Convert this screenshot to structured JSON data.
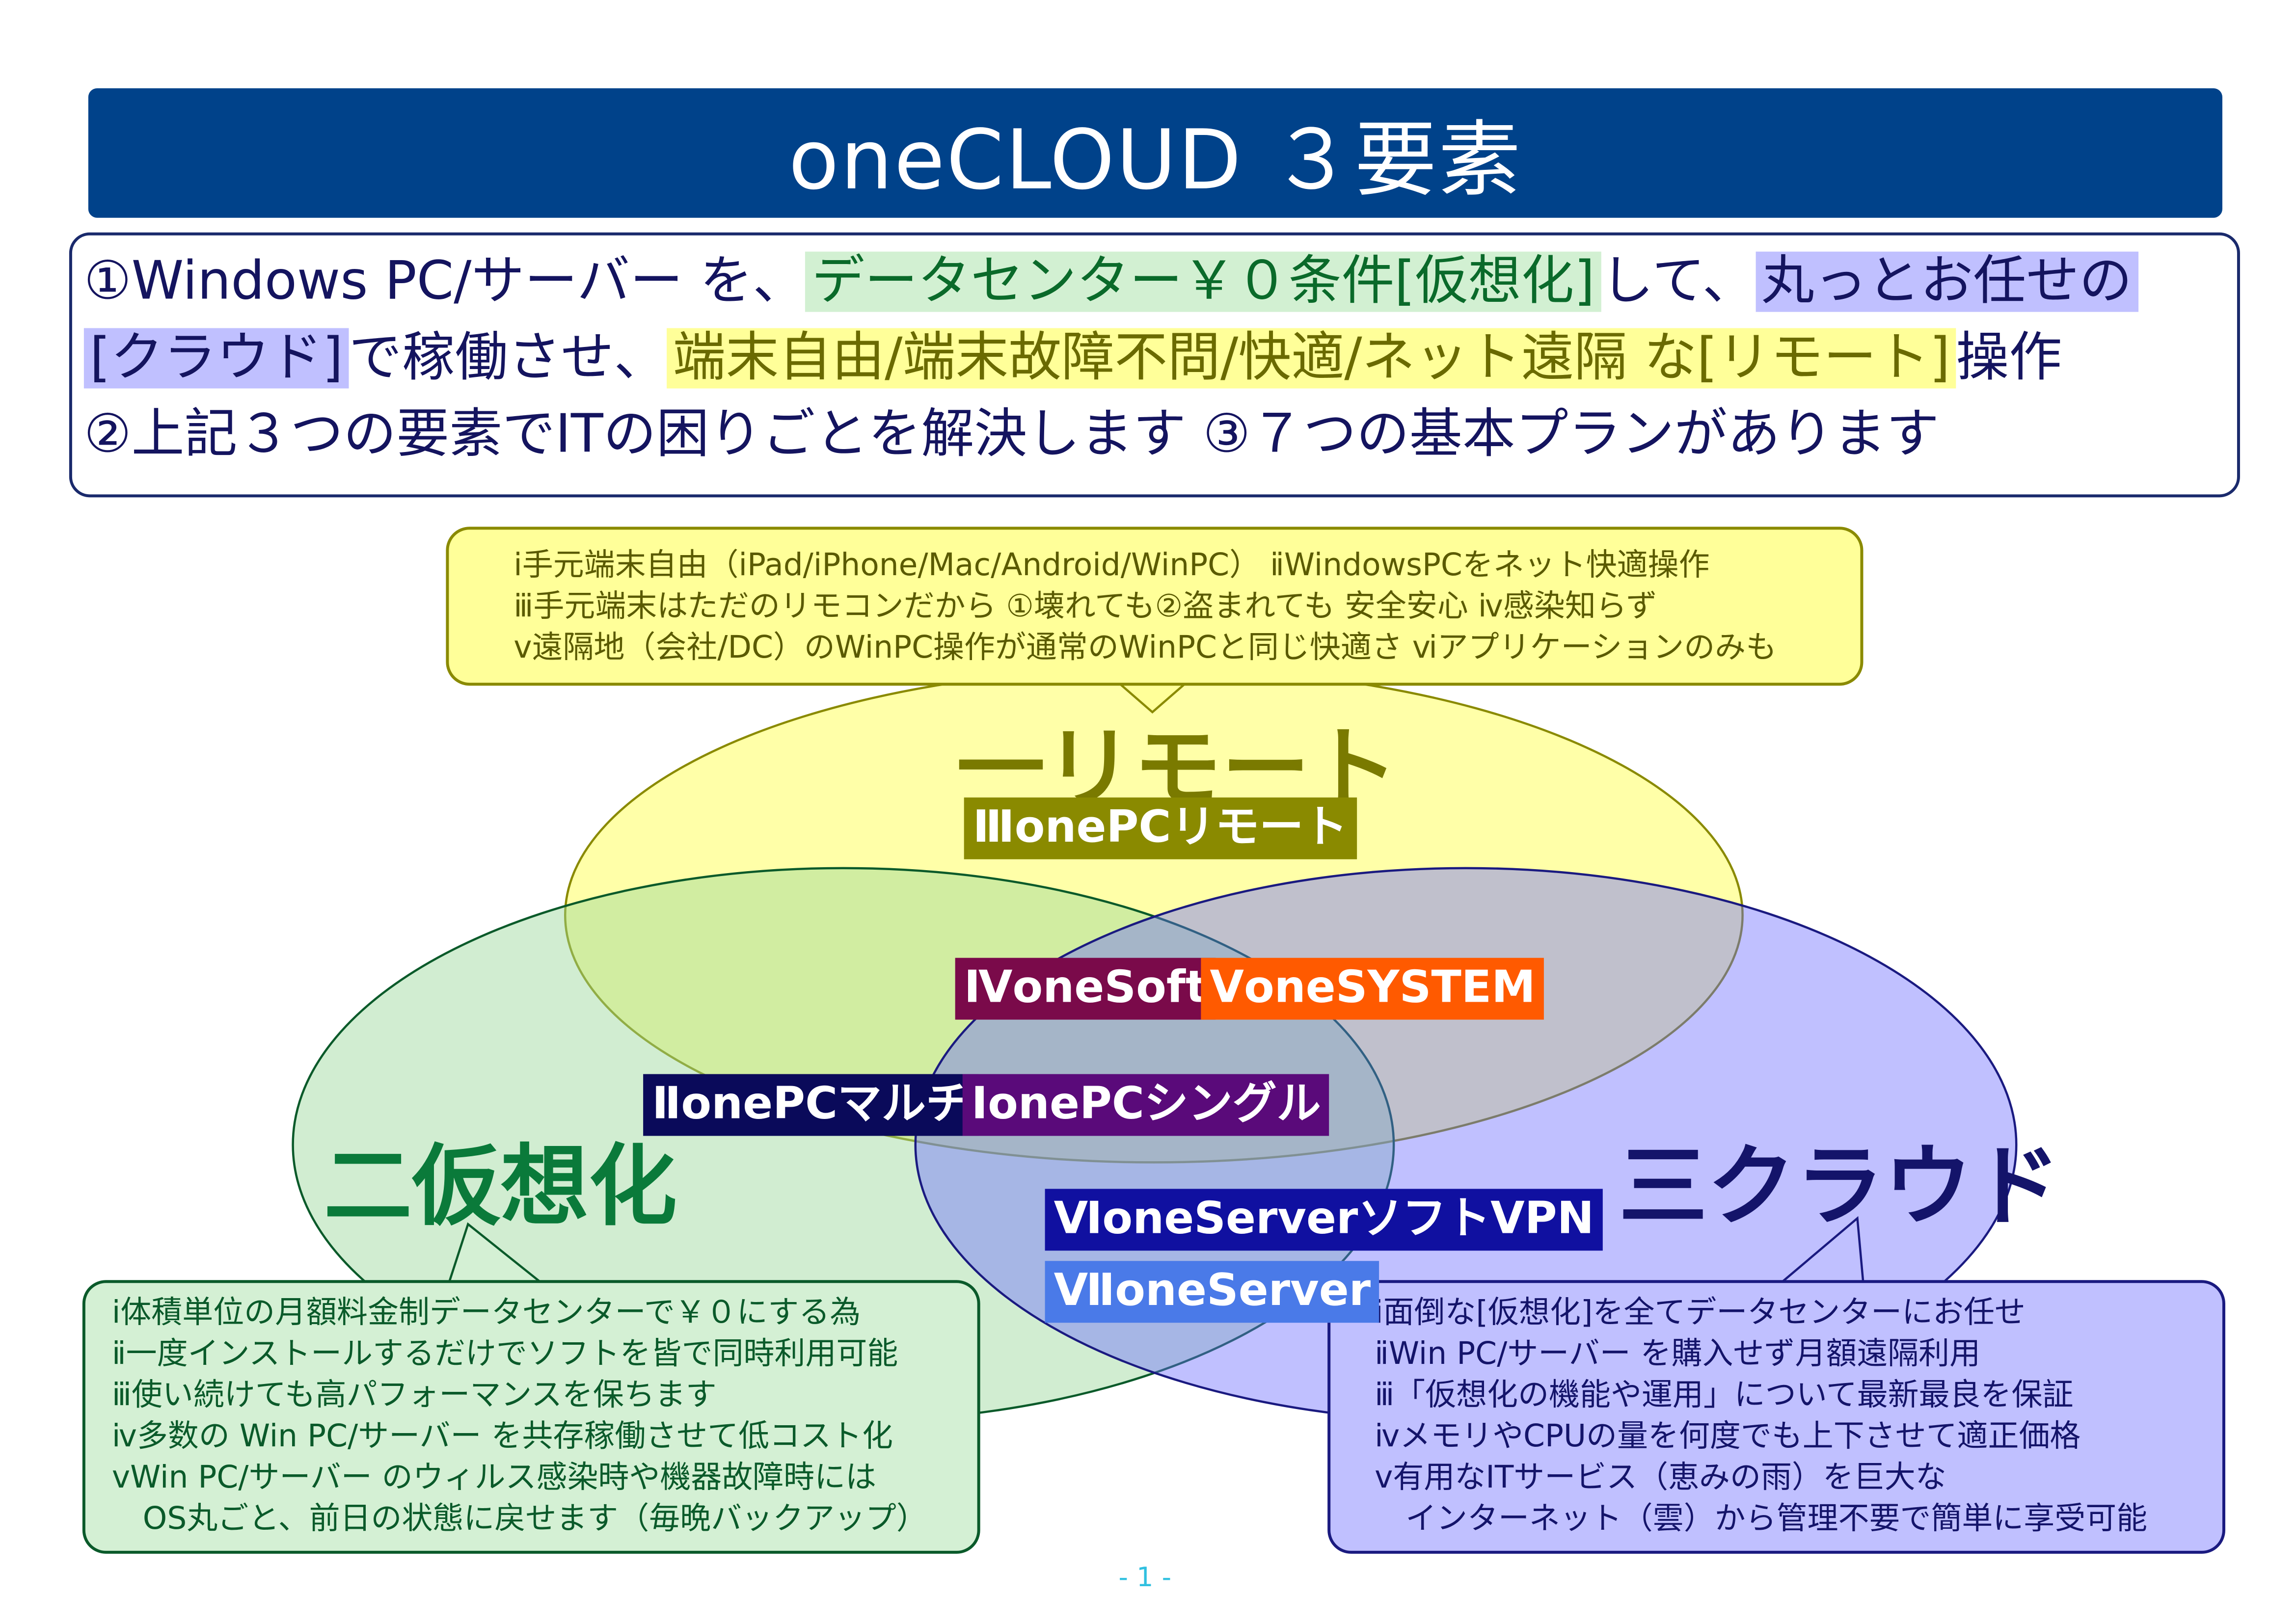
{
  "title": "oneCLOUD ３要素",
  "intro": {
    "line1": {
      "a": "①Windows PC/サーバー を、",
      "b": "データセンター￥０条件[仮想化]",
      "c": "して、",
      "d": "丸っとお任せの"
    },
    "line2": {
      "a": "[クラウド]",
      "b": "で稼働させ、",
      "c": "端末自由/端末故障不問/快適/ネット遠隔 な[リモート]",
      "d": "操作"
    },
    "line3": "②上記３つの要素でITの困りごとを解決します ③７つの基本プランがあります"
  },
  "remote_callout": [
    "ⅰ手元端末自由（iPad/iPhone/Mac/Android/WinPC） ⅱWindowsPCをネット快適操作",
    "ⅲ手元端末はただのリモコンだから ①壊れても②盗まれても 安全安心 ⅳ感染知らず",
    "ⅴ遠隔地（会社/DC）のWinPC操作が通常のWinPCと同じ快適さ ⅵアプリケーションのみも"
  ],
  "virtualization_callout": [
    "ⅰ体積単位の月額料金制データセンターで￥０にする為",
    "ⅱ一度インストールするだけでソフトを皆で同時利用可能",
    "ⅲ使い続けても高パフォーマンスを保ちます",
    "ⅳ多数の Win PC/サーバー を共存稼働させて低コスト化",
    "ⅴWin PC/サーバー のウィルス感染時や機器故障時には",
    "　OS丸ごと、前日の状態に戻せます（毎晩バックアップ）"
  ],
  "cloud_callout": [
    "ⅰ面倒な[仮想化]を全てデータセンターにお任せ",
    "ⅱWin PC/サーバー を購入せず月額遠隔利用",
    "ⅲ「仮想化の機能や運用」について最新最良を保証",
    "ⅳメモリやCPUの量を何度でも上下させて適正価格",
    "ⅴ有用なITサービス（恵みの雨）を巨大な",
    "　インターネット（雲）から管理不要で簡単に享受可能"
  ],
  "sets": {
    "remote": {
      "label": "一リモート",
      "color": "#ffff99",
      "text_color": "#7a7a00"
    },
    "virtualization": {
      "label": "二仮想化",
      "color": "#d0f0d0",
      "text_color": "#0a7a3a"
    },
    "cloud": {
      "label": "三クラウド",
      "color": "#b8b8ff",
      "text_color": "#14146a"
    }
  },
  "plans": {
    "p3": {
      "label": "ⅢonePCリモート",
      "color": "#8a8a00"
    },
    "p4": {
      "label": "ⅣoneSoft",
      "color": "#7a0a4a"
    },
    "p5": {
      "label": "ⅤoneSYSTEM",
      "color": "#ff5a00"
    },
    "p2": {
      "label": "ⅡonePCマルチ",
      "color": "#0a0a5a"
    },
    "p1": {
      "label": "ⅠonePCシングル",
      "color": "#5a0a7a"
    },
    "p6": {
      "label": "ⅥoneServerソフトVPN",
      "color": "#1010a0"
    },
    "p7": {
      "label": "ⅦoneServer",
      "color": "#4a7ae8"
    }
  },
  "page_number": "- 1 -"
}
